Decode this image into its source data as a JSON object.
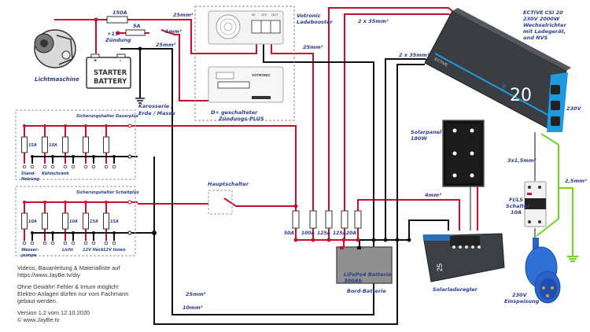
{
  "colors": {
    "plus_wire": "#c8102e",
    "minus_wire": "#111111",
    "ground_wire": "#6fd321",
    "ac_wire": "#8a8a8a",
    "label_blue": "#2c3e8c",
    "inverter_accent": "#1e9be0",
    "battery_gray": "#8f8f8f"
  },
  "components": {
    "alternator": {
      "label": "Lichtmaschine"
    },
    "starter_battery": {
      "line1": "STARTER",
      "line2": "BATTERY",
      "plus": "+",
      "minus": "-"
    },
    "fuse_main": {
      "label": "150A"
    },
    "fuse_ign": {
      "label": "5A"
    },
    "ignition": {
      "line1": "+15",
      "line2": "Zündung"
    },
    "ground": {
      "line1": "Karosserie /",
      "line2": "Erde / Masse"
    },
    "booster": {
      "line1": "Votronic",
      "line2": "Ladebooster",
      "terminals": [
        "IN",
        "12V",
        "OUT"
      ],
      "brand": "VOTRONIC"
    },
    "dplus": {
      "line1": "D+ geschalteter",
      "line2": "Zündungs-PLUS"
    },
    "inverter": {
      "line1": "ECTIVE CSI 20",
      "line2": "230V 2000W",
      "line3": "Wechselrichter",
      "line4": "mit Ladegerät,",
      "line5": "und NVS",
      "brand": "ECTIVE",
      "model_prefix": "CSI",
      "model_number": "20",
      "output": "230V"
    },
    "main_switch": {
      "label": "Hauptschalter"
    },
    "bus_fuses": [
      "50A",
      "100A",
      "125A",
      "125A",
      "20A"
    ],
    "house_battery": {
      "line1": "LiFePo4 Batterie",
      "line2": "300Ah",
      "caption": "Bord-Batterie",
      "plus": "+",
      "minus": "-"
    },
    "solar_panel": {
      "line1": "Solarpanel",
      "line2": "180W"
    },
    "solar_controller": {
      "label": "Solarladeregler",
      "model": "25"
    },
    "rcbo": {
      "line1": "FI/LS",
      "line2": "Schalter",
      "line3": "10A"
    },
    "shore_plug": {
      "line1": "230V",
      "line2": "Einspeisung"
    }
  },
  "wire_labels": {
    "w_alt_25": "25mm²",
    "w_ign_1": "1mm²",
    "w_gnd_25": "25mm²",
    "w_booster_out": "25mm²",
    "w_inv_plus": "2 x 35mm²",
    "w_inv_minus": "2 x 35mm²",
    "w_solar": "4mm²",
    "w_ac": "3x1,5mm²",
    "w_pe": "2,5mm²",
    "w_bottom_25": "25mm²",
    "w_bottom_10": "10mm²"
  },
  "fuse_boxes": [
    {
      "title": "Sicherungshalter Dauerplus",
      "fuses": [
        "15A",
        "10A",
        "",
        "",
        ""
      ],
      "loads": [
        "Stand-\nHeizung",
        "Kühlschrank",
        "",
        "",
        ""
      ],
      "load_line1": [
        "Stand-",
        "Kühlschrank",
        "",
        "",
        ""
      ],
      "load_line2": [
        "Heizung",
        "",
        "",
        "",
        ""
      ]
    },
    {
      "title": "Sicherungshalter Schaltplus",
      "fuses": [
        "10A",
        "",
        "10A",
        "15A",
        "15A"
      ],
      "load_line1": [
        "Wasser-",
        "",
        "Licht",
        "12V Heck",
        "12V Innen"
      ],
      "load_line2": [
        "pumpe",
        "",
        "",
        "",
        ""
      ]
    }
  ],
  "notes": {
    "line1": "Videos, Bauanleitung & Materialliste auf",
    "line2": "https://www.JayBe.tv/diy",
    "line3": "Ohne Gewähr! Fehler & Irrtum möglich!",
    "line4": "Elektro-Anlagen dürfen nur vom Fachmann",
    "line5": "gebaut werden.",
    "line6": "Version 1.2 vom 12.10.2020",
    "line7": "© www.JayBe.tv"
  }
}
